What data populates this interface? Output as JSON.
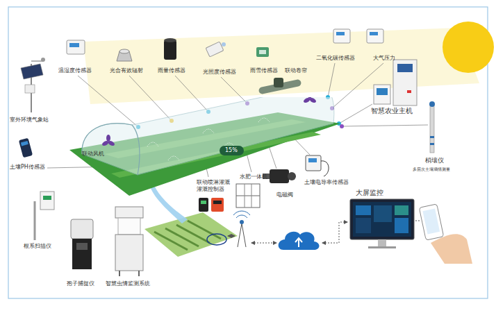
{
  "diagram": {
    "nodes": [
      {
        "text": [
          "联动风机"
        ]
      },
      {
        "text": [
          "15%"
        ],
        "in": 0
      }
    ],
    "labels": [
      "温湿度传感器",
      "光合有效辐射",
      "雨量传感器",
      "光照度传感器",
      "雨雪传感器",
      "联动卷帘",
      "二氧化碳传感器",
      "大气压力",
      "智慧农业主机",
      "室外环境气象站",
      "土壤PH传感器",
      "梢壤仪",
      "多层次土壤墒情测量",
      "联动喷淋灌溉 灌溉控制器",
      "水肥一体机",
      "电磁阀",
      "土壤电导率传感器",
      "大屏监控",
      "根系扫描仪",
      "孢子捕捉仪",
      "智慧虫情监测系统"
    ]
  }
}
